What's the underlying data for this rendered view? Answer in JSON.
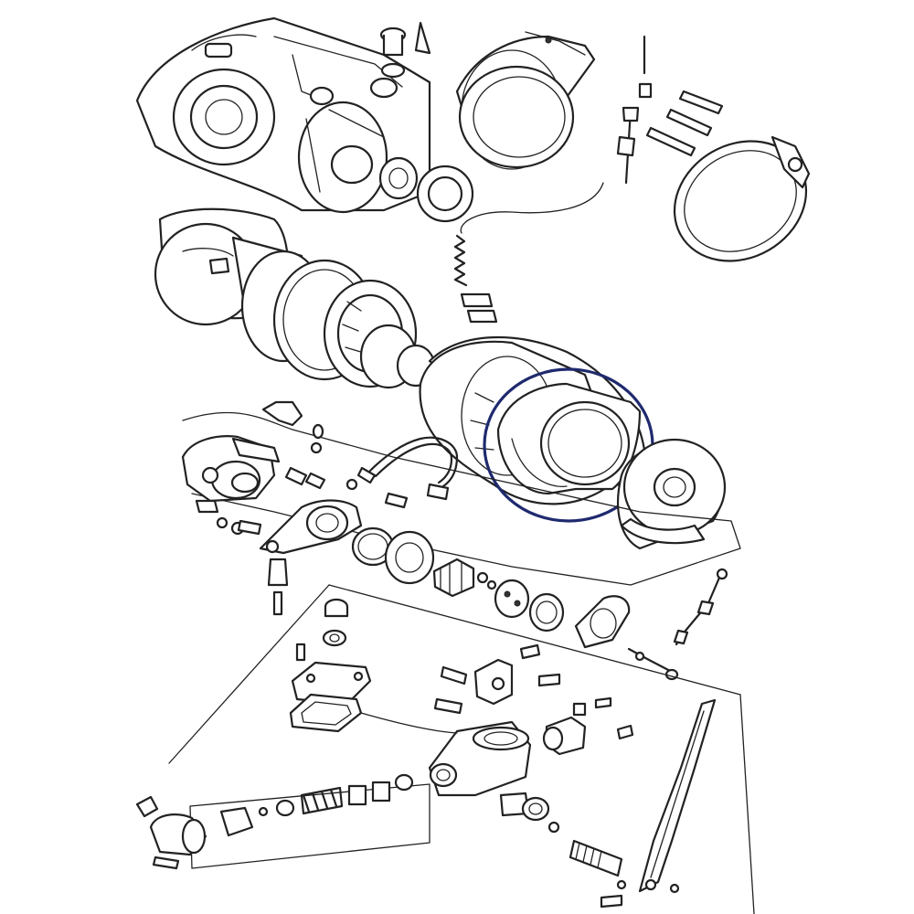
{
  "diagram": {
    "highlight_color": "#1f2a6e",
    "line_color": "#222222",
    "background": "#ffffff",
    "components": [
      "gear-housing",
      "brake-drum-cover",
      "brake-band-upper",
      "brake-band-ring",
      "bearing-seal-upper",
      "tension-spring",
      "cable-drum",
      "winch-drum",
      "highlighted-bushing",
      "drum-end-flange",
      "clutch-housing",
      "hydraulic-hose",
      "clutch-lever-arm",
      "bearing-lower",
      "gear-coupler",
      "valve-body",
      "control-lever"
    ]
  }
}
